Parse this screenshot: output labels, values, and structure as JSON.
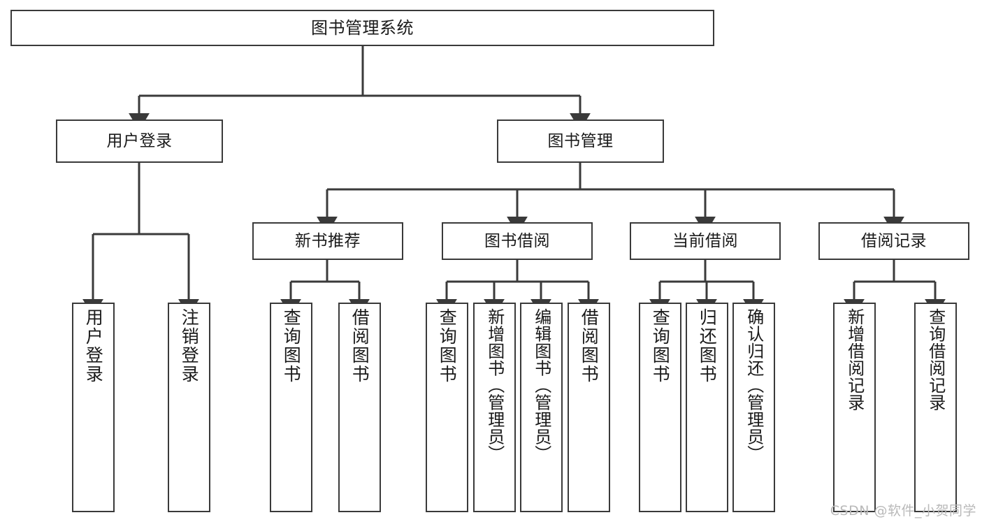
{
  "diagram": {
    "type": "tree",
    "title": "图书管理系统",
    "orientation": "top-down",
    "colors": {
      "box_border": "#3a3a3a",
      "box_fill": "#ffffff",
      "edge": "#3a3a3a",
      "text": "#1a1a1a",
      "watermark": "#b9b9b9"
    },
    "root": {
      "id": "root",
      "label": "图书管理系统"
    },
    "level1": [
      {
        "id": "user-login",
        "label": "用户登录"
      },
      {
        "id": "book-manage",
        "label": "图书管理"
      }
    ],
    "level2": [
      {
        "id": "new-book-recommend",
        "label": "新书推荐",
        "parent": "book-manage"
      },
      {
        "id": "book-borrow",
        "label": "图书借阅",
        "parent": "book-manage"
      },
      {
        "id": "current-borrow",
        "label": "当前借阅",
        "parent": "book-manage"
      },
      {
        "id": "borrow-record",
        "label": "借阅记录",
        "parent": "book-manage"
      }
    ],
    "leaves": [
      {
        "id": "leaf-user-login",
        "label": "用户登录",
        "parent": "user-login"
      },
      {
        "id": "leaf-user-logout",
        "label": "注销登录",
        "parent": "user-login"
      },
      {
        "id": "leaf-query-book-1",
        "label": "查询图书",
        "parent": "new-book-recommend"
      },
      {
        "id": "leaf-borrow-book-1",
        "label": "借阅图书",
        "parent": "new-book-recommend"
      },
      {
        "id": "leaf-query-book-2",
        "label": "查询图书",
        "parent": "book-borrow"
      },
      {
        "id": "leaf-add-book",
        "label": "新增图书（管理员）",
        "parent": "book-borrow"
      },
      {
        "id": "leaf-edit-book",
        "label": "编辑图书（管理员）",
        "parent": "book-borrow"
      },
      {
        "id": "leaf-borrow-book-2",
        "label": "借阅图书",
        "parent": "book-borrow"
      },
      {
        "id": "leaf-query-book-3",
        "label": "查询图书",
        "parent": "current-borrow"
      },
      {
        "id": "leaf-return-book",
        "label": "归还图书",
        "parent": "current-borrow"
      },
      {
        "id": "leaf-confirm-return",
        "label": "确认归还（管理员）",
        "parent": "current-borrow"
      },
      {
        "id": "leaf-add-record",
        "label": "新增借阅记录",
        "parent": "borrow-record"
      },
      {
        "id": "leaf-query-record",
        "label": "查询借阅记录",
        "parent": "borrow-record"
      }
    ]
  },
  "watermark": {
    "text": "CSDN @软件_小贺同学"
  }
}
